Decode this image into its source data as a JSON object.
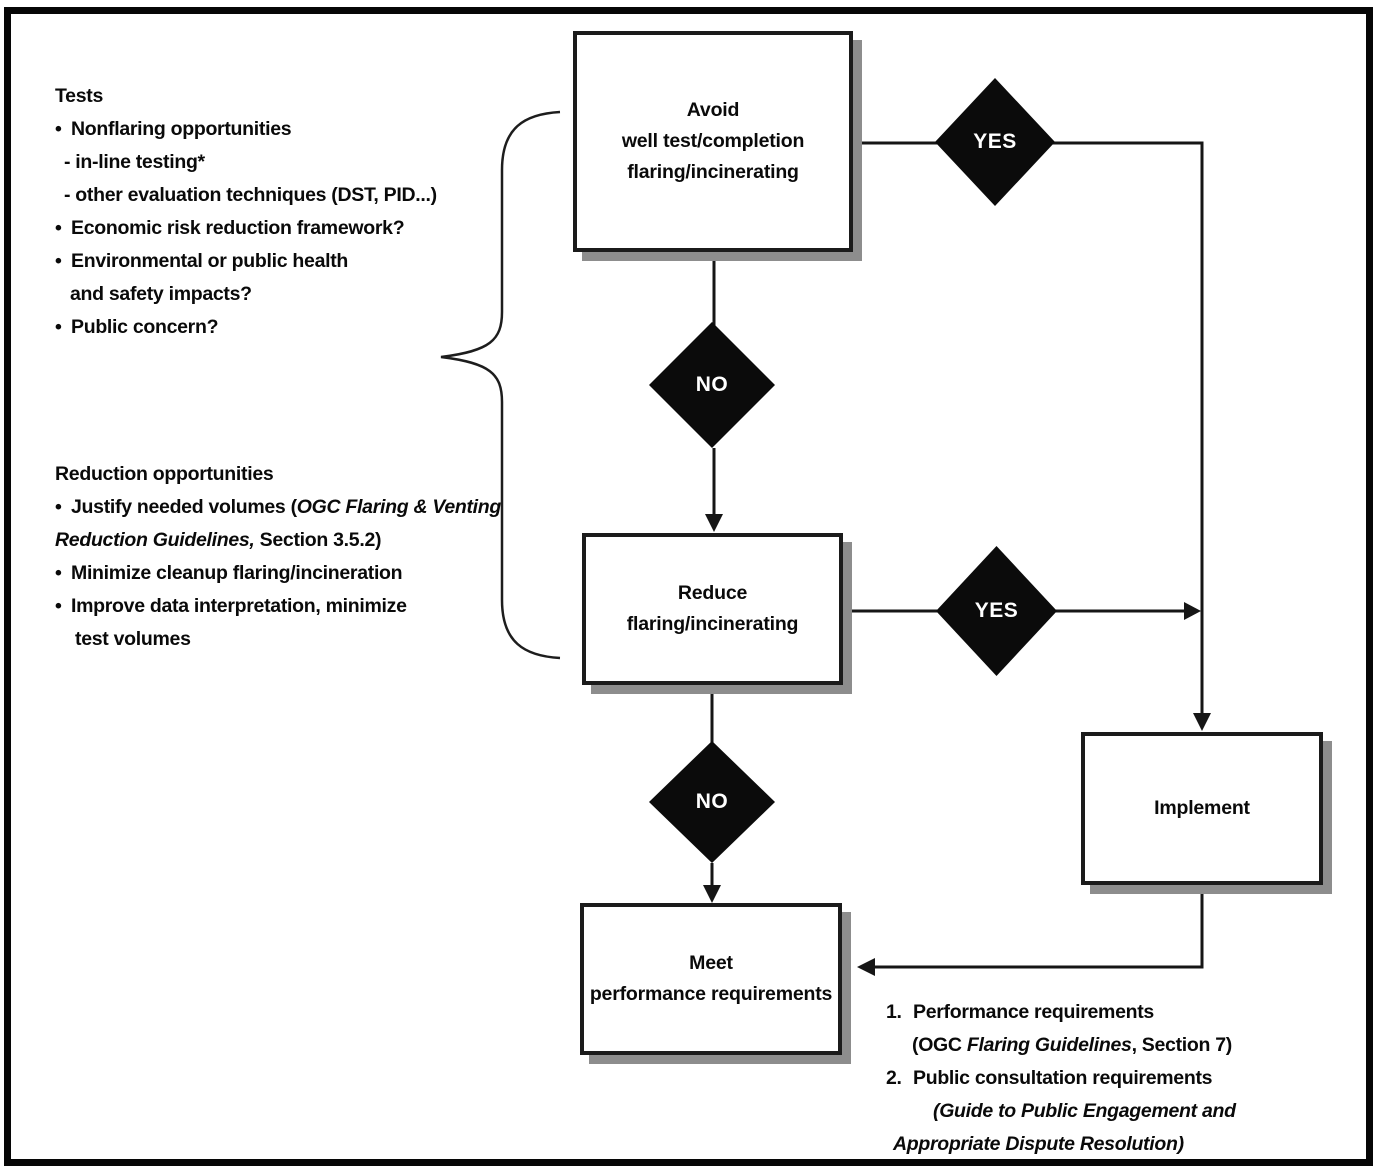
{
  "colors": {
    "node_fill": "#ffffff",
    "node_border": "#1b1b1b",
    "node_shadow": "#8d8d8d",
    "decision_fill": "#0b0b0b",
    "decision_text": "#ffffff",
    "connector": "#161616",
    "text": "#0a0a0a",
    "frame_border": "#060606"
  },
  "left_panel": {
    "bullet_char": "•",
    "tests": {
      "heading": "Tests",
      "items": {
        "nonflaring": "Nonflaring opportunities",
        "inline_testing": "- in-line testing*",
        "other_techniques": "- other evaluation techniques (DST, PID...)",
        "economic": "Economic risk reduction framework?",
        "environmental_line1": "Environmental or public health",
        "environmental_line2": "and safety impacts?",
        "public_concern": "Public concern?"
      }
    },
    "reduction": {
      "heading": "Reduction opportunities",
      "items": {
        "justify_prefix": "Justify needed volumes (",
        "justify_italic": "OGC Flaring & Venting",
        "justify_line2_italic": "Reduction Guidelines,",
        "justify_line2_rest": " Section 3.5.2)",
        "minimize": "Minimize cleanup flaring/incineration",
        "improve_line1": "Improve data interpretation, minimize",
        "improve_line2": "test volumes"
      }
    }
  },
  "flowchart": {
    "nodes": {
      "avoid": {
        "line1": "Avoid",
        "line2": "well test/completion",
        "line3": "flaring/incinerating"
      },
      "reduce": {
        "line1": "Reduce",
        "line2": "flaring/incinerating"
      },
      "implement": {
        "line1": "Implement"
      },
      "meet": {
        "line1": "Meet",
        "line2": "performance requirements"
      }
    },
    "decisions": {
      "yes_top": "YES",
      "no_top": "NO",
      "yes_mid": "YES",
      "no_bottom": "NO"
    }
  },
  "footnotes": {
    "item1": {
      "number": "1.",
      "title": "Performance requirements",
      "detail_prefix": "(OGC ",
      "detail_italic": "Flaring Guidelines",
      "detail_suffix": ", Section 7)"
    },
    "item2": {
      "number": "2.",
      "title": "Public consultation requirements",
      "detail_line1": "(Guide to Public Engagement and",
      "detail_line2": "Appropriate Dispute Resolution)"
    }
  }
}
